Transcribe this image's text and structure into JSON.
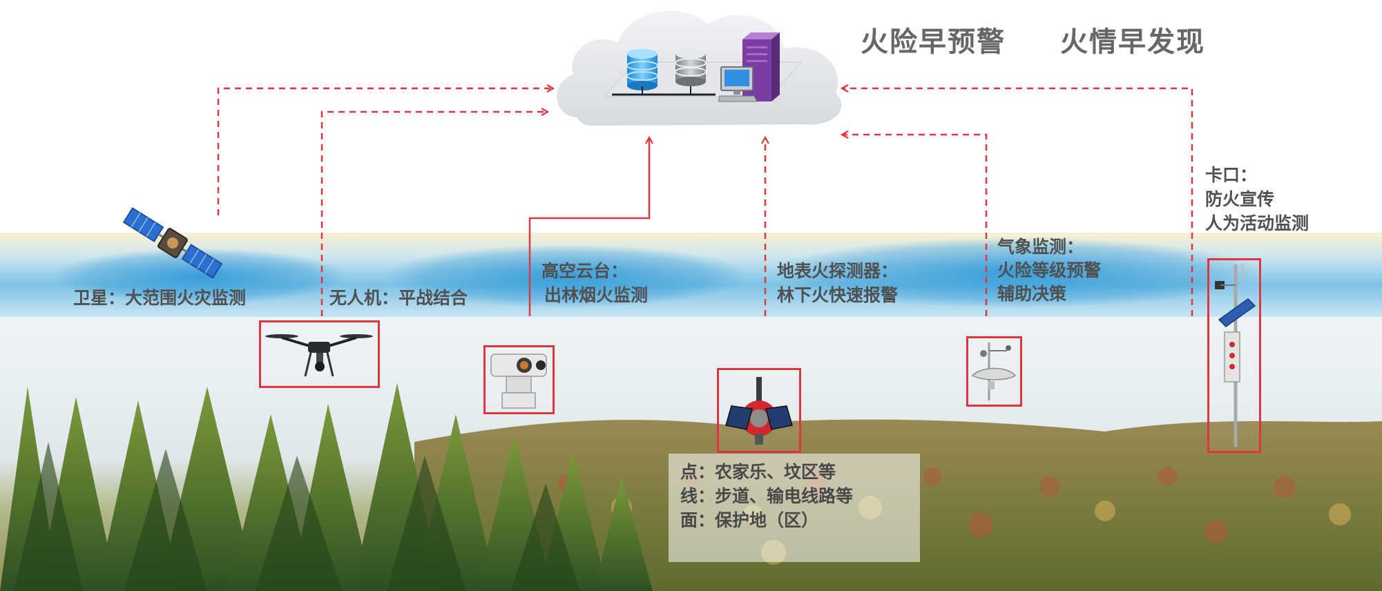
{
  "headlines": {
    "early_warning": "火险早预警",
    "early_detection": "火情早发现"
  },
  "labels": {
    "satellite": "卫星：大范围火灾监测",
    "drone": "无人机：平战结合",
    "high_platform_1": "高空云台：",
    "high_platform_2": "出林烟火监测",
    "ground_detector_1": "地表火探测器：",
    "ground_detector_2": "林下火快速报警",
    "weather_1": "气象监测：",
    "weather_2": "火险等级预警",
    "weather_3": "辅助决策",
    "checkpoint_1": "卡口：",
    "checkpoint_2": "防火宣传",
    "checkpoint_3": "人为活动监测"
  },
  "coverage": {
    "point": "点：农家乐、坟区等",
    "line": "线：步道、输电线路等",
    "area": "面：保护地（区）"
  },
  "colors": {
    "link_dashed": "#e0353c",
    "link_solid": "#d93a3f",
    "device_border": "#e0353c",
    "label_text": "#505050",
    "headline_text": "#666666"
  },
  "icons": [
    "cloud-platform-icon",
    "database-icon",
    "server-icon",
    "computer-icon",
    "satellite-icon",
    "drone-icon",
    "ptz-camera-icon",
    "ground-fire-detector-icon",
    "weather-station-icon",
    "checkpoint-pole-icon",
    "forest-icon"
  ]
}
